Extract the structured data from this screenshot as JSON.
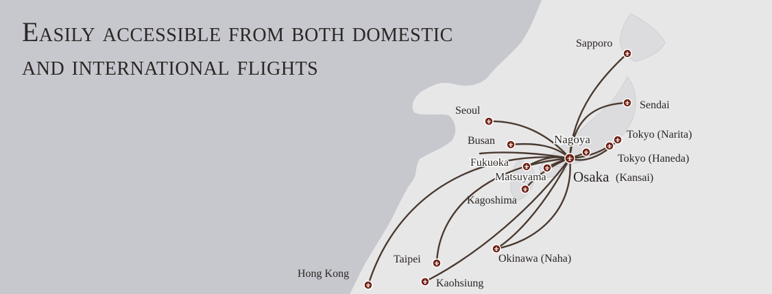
{
  "heading": {
    "line1": "Easily accessible from both domestic",
    "line2": "and international flights"
  },
  "colors": {
    "sea": "#c6c8ce",
    "land": "#e7e7e8",
    "route": "#4a3a2f",
    "airport_marker": "#6e1f12",
    "heading_text": "#2b2624"
  },
  "icons": {
    "airport": "airplane-icon"
  },
  "airports": {
    "sapporo": "Sapporo",
    "sendai": "Sendai",
    "seoul": "Seoul",
    "busan": "Busan",
    "nagoya": "Nagoya",
    "tokyo_narita": "Tokyo (Narita)",
    "tokyo_haneda": "Tokyo (Haneda)",
    "fukuoka": "Fukuoka",
    "matsuyama": "Matsuyama",
    "osaka": "Osaka",
    "kansai": "(Kansai)",
    "kagoshima": "Kagoshima",
    "okinawa": "Okinawa (Naha)",
    "taipei": "Taipei",
    "hong_kong": "Hong Kong",
    "kaohsiung": "Kaohsiung"
  }
}
